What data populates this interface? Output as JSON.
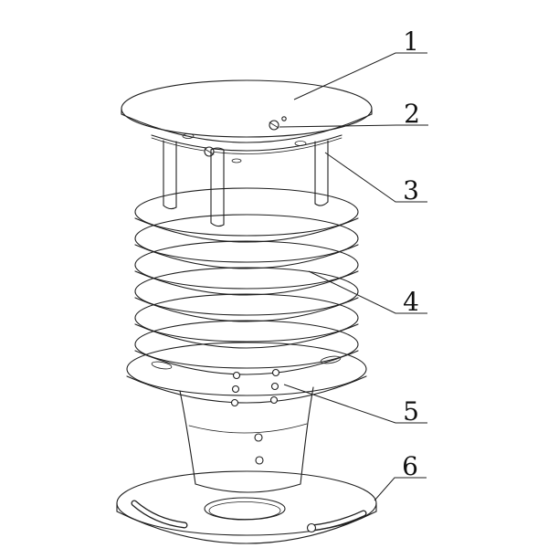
{
  "figure": {
    "type": "technical-diagram",
    "subject": "louvered radiation shield assembly exploded-callout drawing",
    "background": "#ffffff",
    "line_color": "#1f1f1f",
    "callouts": [
      {
        "label": "1"
      },
      {
        "label": "2"
      },
      {
        "label": "3"
      },
      {
        "label": "4"
      },
      {
        "label": "5"
      },
      {
        "label": "6"
      }
    ]
  }
}
